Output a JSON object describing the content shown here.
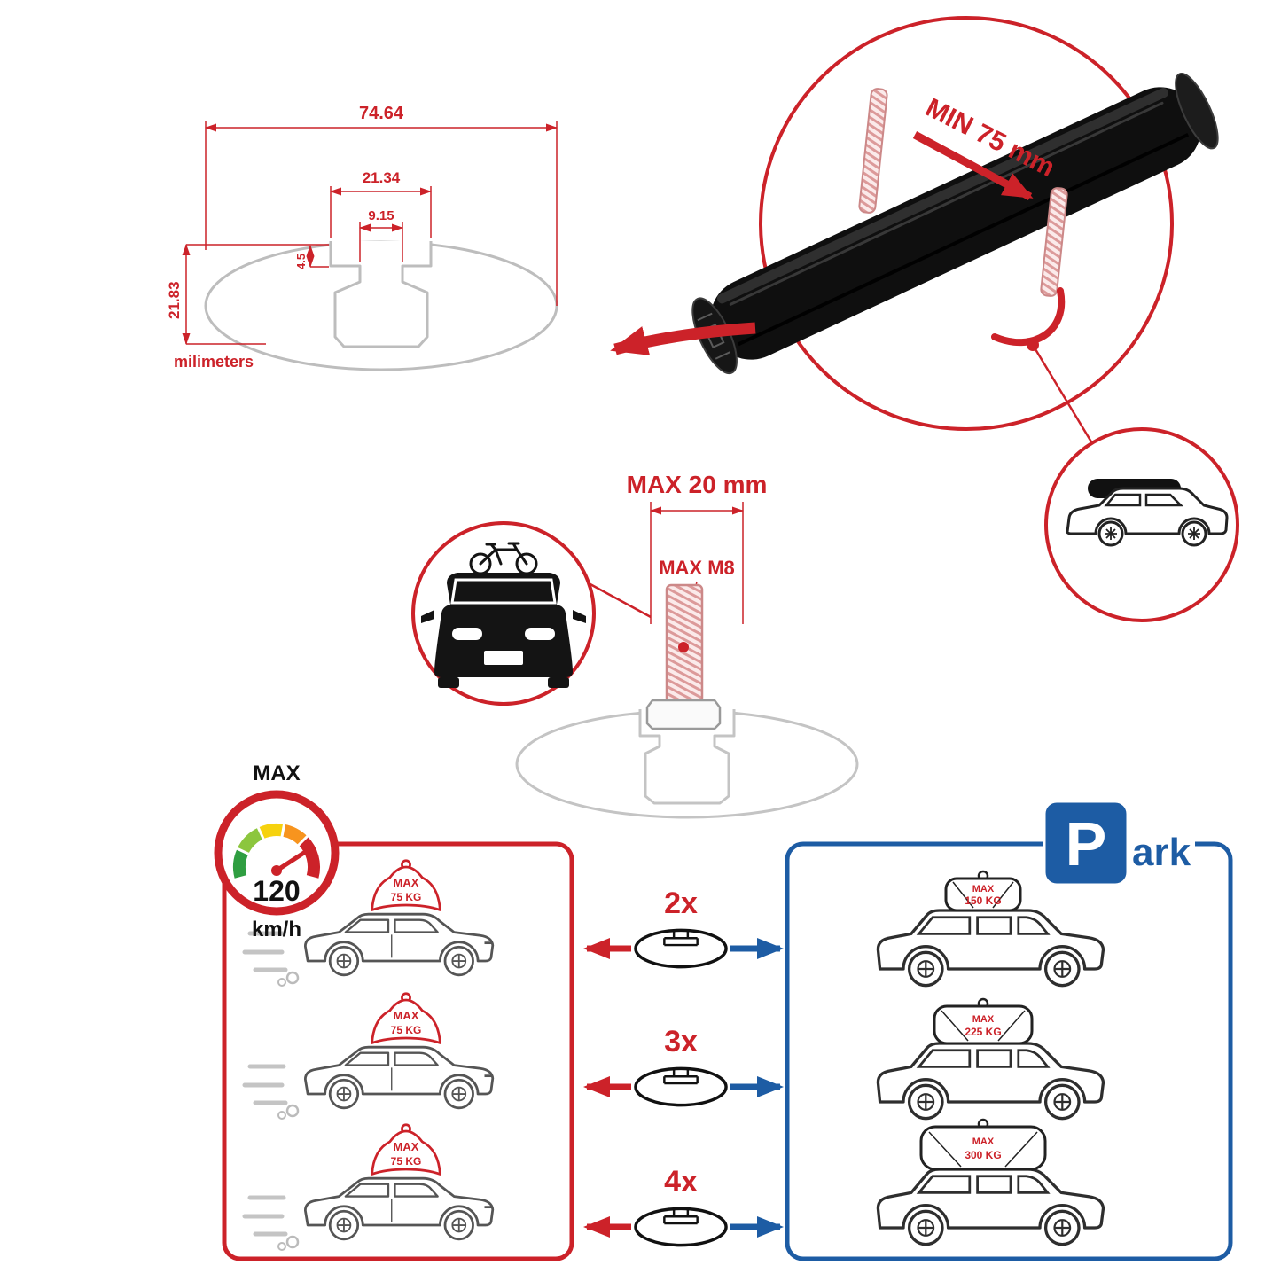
{
  "colors": {
    "accent_red": "#cc2229",
    "accent_blue": "#1d5ca4",
    "profile_gray": "#bdbdbd",
    "bar_black": "#0f0f0f"
  },
  "dimension_diagram": {
    "total_width": "74.64",
    "opening_width": "21.34",
    "inner_width": "9.15",
    "lip_height": "4.5",
    "total_height": "21.83",
    "units_label": "milimeters"
  },
  "clamp_detail": {
    "min_grip_label": "MIN 75 mm"
  },
  "bolt_detail": {
    "max_length_label": "MAX 20 mm",
    "max_thread_label": "MAX M8"
  },
  "speed_limit": {
    "title": "MAX",
    "value": "120",
    "unit": "km/h"
  },
  "parking_sign": {
    "letter": "P",
    "suffix": "ark"
  },
  "comparison": {
    "multipliers": [
      "2x",
      "3x",
      "4x"
    ],
    "left_rows": [
      {
        "load_label": "MAX",
        "load_value": "75 KG"
      },
      {
        "load_label": "MAX",
        "load_value": "75 KG"
      },
      {
        "load_label": "MAX",
        "load_value": "75 KG"
      }
    ],
    "right_rows": [
      {
        "load_label": "MAX",
        "load_value": "150 KG"
      },
      {
        "load_label": "MAX",
        "load_value": "225 KG"
      },
      {
        "load_label": "MAX",
        "load_value": "300 KG"
      }
    ]
  }
}
